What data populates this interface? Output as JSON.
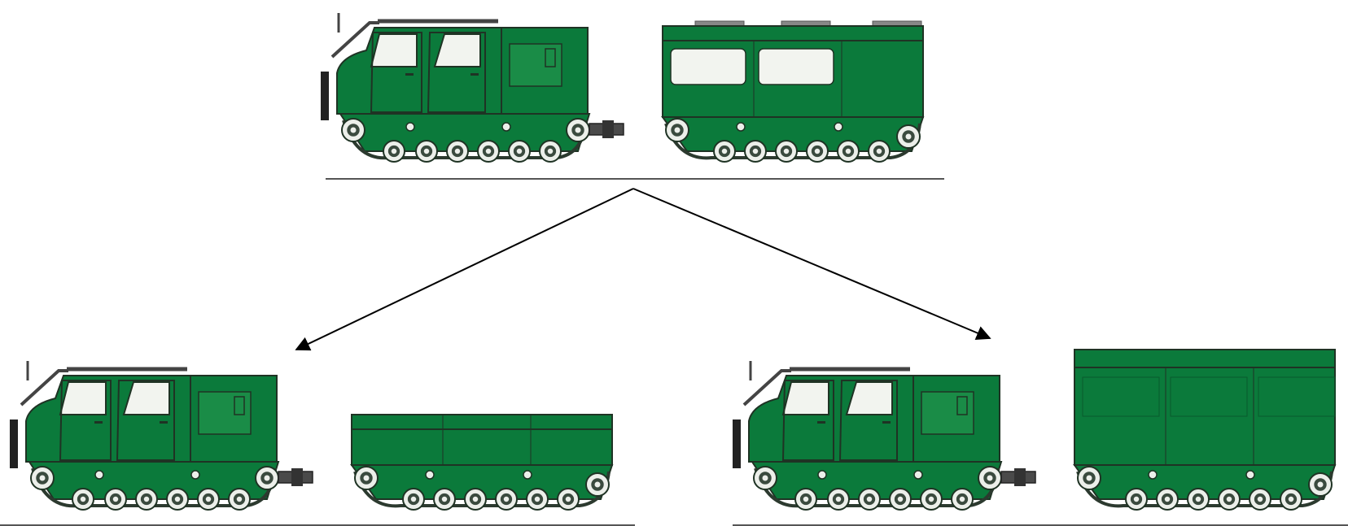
{
  "diagram": {
    "configurations": [
      {
        "id": "top",
        "tractor": "cab-tractor",
        "trailer": "passenger-module",
        "trailer_windows": 2
      },
      {
        "id": "bottom-left",
        "tractor": "cab-tractor",
        "trailer": "low-cargo-platform",
        "trailer_windows": 0
      },
      {
        "id": "bottom-right",
        "tractor": "cab-tractor",
        "trailer": "tall-enclosed-module",
        "trailer_windows": 0
      }
    ],
    "arrows": [
      {
        "from": "top",
        "to": "bottom-left"
      },
      {
        "from": "top",
        "to": "bottom-right"
      }
    ],
    "colors": {
      "body": "#0b7a3b",
      "body_light": "#1a8c47",
      "outline": "#1f3324",
      "window": "#f2f4ef",
      "wheel_outer": "#ecefea",
      "wheel_inner": "#3a4a3e",
      "track": "#2c3a2f",
      "ground": "#555555",
      "arrow": "#000000"
    }
  }
}
